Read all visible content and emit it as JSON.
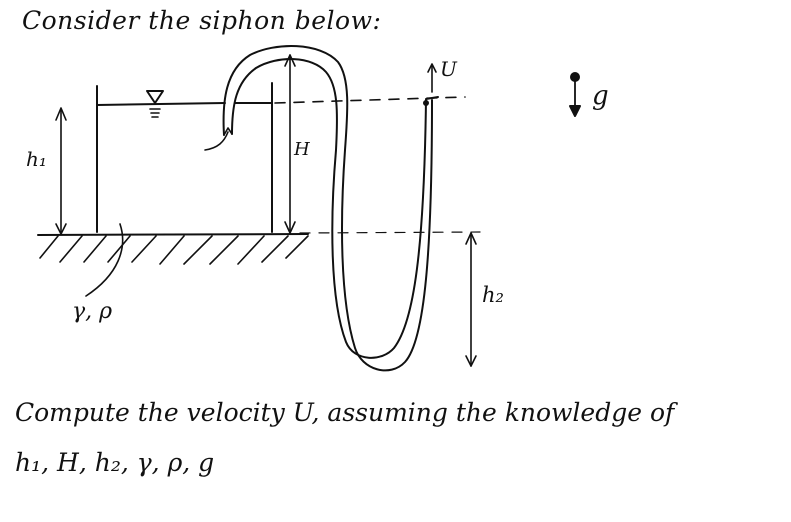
{
  "document": {
    "title": "Consider the siphon below:",
    "question": {
      "line1": "Compute the velocity U, assuming the knowledge of",
      "line2": "h₁, H, h₂, γ, ρ, g"
    }
  },
  "diagram": {
    "labels": {
      "h1": "h₁",
      "H": "H",
      "h2": "h₂",
      "U": "U",
      "g": "g",
      "fluid_props": "γ, ρ",
      "free_surface_symbol": "▽"
    },
    "elements": [
      "tank-with-free-surface",
      "hatched-ground",
      "siphon-tube",
      "outlet-velocity-arrow",
      "gravity-arrow",
      "dimension-h1",
      "dimension-H",
      "dimension-h2"
    ],
    "colors": {
      "ink": "#111111",
      "paper": "#ffffff"
    }
  }
}
